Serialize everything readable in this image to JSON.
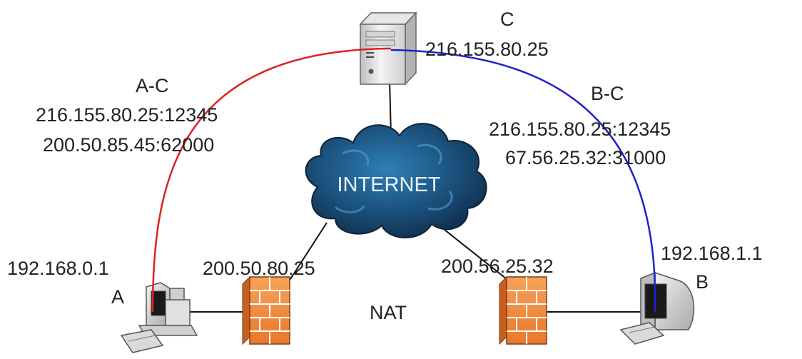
{
  "nodes": {
    "server": {
      "label": "C",
      "ip": "216.155.80.25"
    },
    "internet": {
      "label": "INTERNET"
    },
    "host_a": {
      "label": "A",
      "ip": "192.168.0.1"
    },
    "host_b": {
      "label": "B",
      "ip": "192.168.1.1"
    },
    "nat_a": {
      "ip": "200.50.80.25"
    },
    "nat_b": {
      "ip": "200.56.25.32"
    },
    "nat_label": "NAT"
  },
  "connections": {
    "a_c": {
      "title": "A-C",
      "line1": "216.155.80.25:12345",
      "line2": "200.50.85.45:62000",
      "color": "#e02020"
    },
    "b_c": {
      "title": "B-C",
      "line1": "216.155.80.25:12345",
      "line2": "67.56.25.32:31000",
      "color": "#2020d0"
    }
  },
  "icons": [
    "server-icon",
    "cloud-icon",
    "desktop-computer-icon",
    "monitor-computer-icon",
    "firewall-icon"
  ]
}
